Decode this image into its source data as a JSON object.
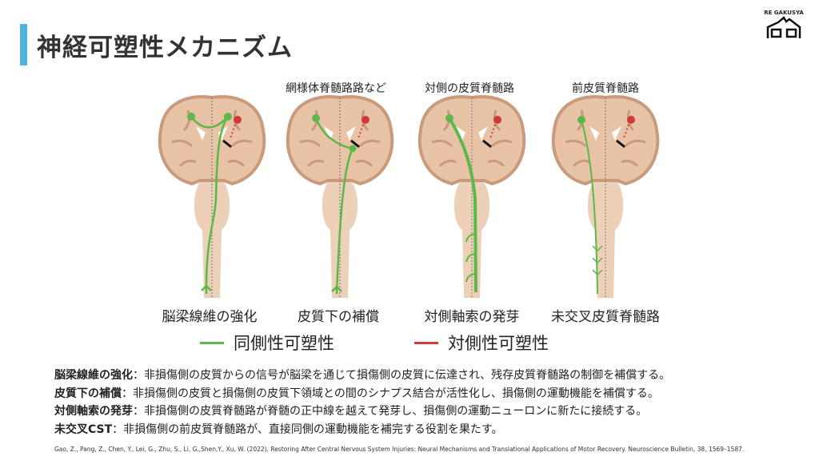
{
  "title": "神経可塑性メカニズム",
  "logo": {
    "text": "RE GAKUSYA"
  },
  "top_labels": [
    "網様体脊髄路路など",
    "対側の皮質脊髄路",
    "前皮質脊髄路"
  ],
  "mechanisms": [
    "脳梁線維の強化",
    "皮質下の補償",
    "対側軸索の発芽",
    "未交叉皮質脊髄路"
  ],
  "legend": [
    {
      "label": "同側性可塑性",
      "color": "#5cb848"
    },
    {
      "label": "対側性可塑性",
      "color": "#d23a3a"
    }
  ],
  "descriptions": [
    {
      "term": "脳梁線維の強化",
      "text": "：非損傷側の皮質からの信号が脳梁を通じて損傷側の皮質に伝達され、残存皮質脊髄路の制御を補償する。"
    },
    {
      "term": "皮質下の補償",
      "text": "：非損傷側の皮質と損傷側の皮質下領域との間のシナプス結合が活性化し、損傷側の運動機能を補償する。"
    },
    {
      "term": "対側軸索の発芽",
      "text": "：非損傷側の皮質脊髄路が脊髄の正中線を越えて発芽し、損傷側の運動ニューロンに新たに接続する。"
    },
    {
      "term": "未交叉CST",
      "text": "：非損傷側の前皮質脊髄路が、直接同側の運動機能を補完する役割を果たす。"
    }
  ],
  "reference": "Gao, Z., Pang, Z., Chen, Y., Lei, G., Zhu, S., Li, G.,Shen,Y., Xu, W. (2022). Restoring After Central Nervous System Injuries: Neural Mechanisms and Translational Applications of Motor Recovery. Neuroscience Bulletin, 38, 1569–1587."
}
